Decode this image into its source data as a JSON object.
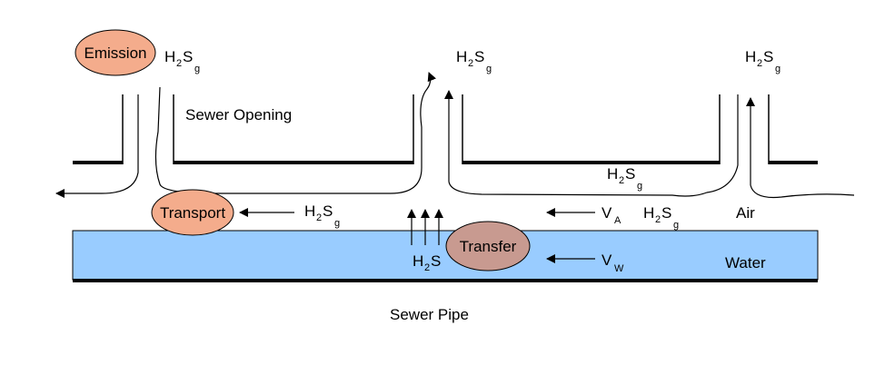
{
  "labels": {
    "emission": "Emission",
    "transport": "Transport",
    "transfer": "Transfer",
    "sewer_opening": "Sewer Opening",
    "sewer_pipe": "Sewer Pipe",
    "air": "Air",
    "water": "Water"
  },
  "formula": {
    "h": "H",
    "two": "2",
    "s": "S",
    "g": "g"
  },
  "velocity": {
    "v": "V",
    "air_sub": "A",
    "water_sub": "W"
  },
  "colors": {
    "water_fill": "#99ccff",
    "emission_fill": "#f4ac8c",
    "transport_fill": "#f4ac8c",
    "transfer_fill": "#c89a90",
    "line": "#000000"
  }
}
